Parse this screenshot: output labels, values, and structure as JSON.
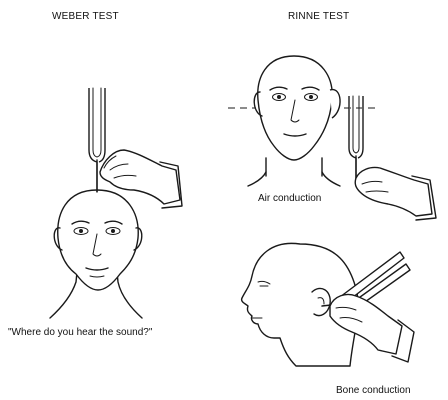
{
  "weber": {
    "title": "WEBER TEST",
    "caption": "\"Where do you hear the sound?\""
  },
  "rinne": {
    "title": "RINNE TEST",
    "air_caption": "Air conduction",
    "bone_caption": "Bone conduction"
  }
}
